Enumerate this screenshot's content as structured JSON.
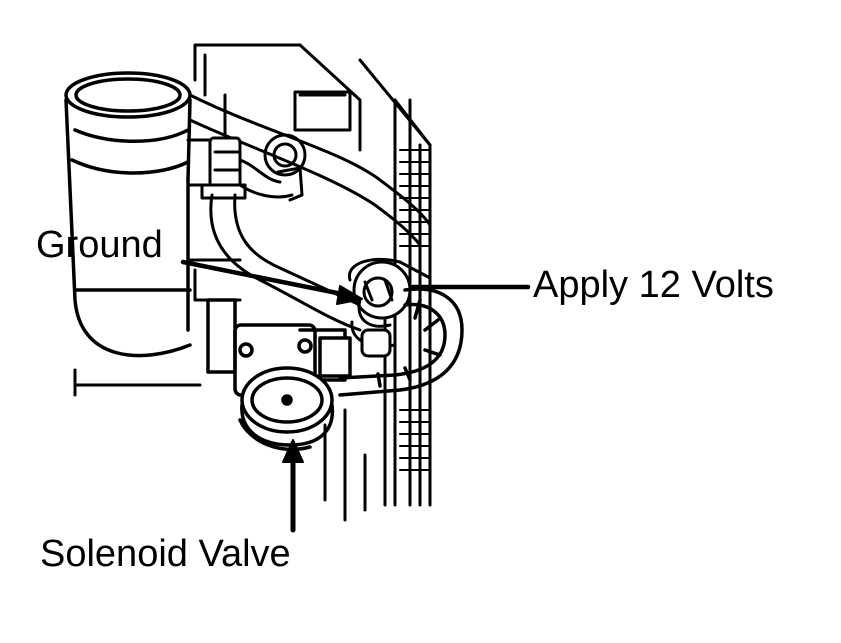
{
  "diagram": {
    "labels": {
      "ground": "Ground",
      "apply_volts": "Apply 12 Volts",
      "solenoid_valve": "Solenoid Valve"
    },
    "colors": {
      "ink": "#000000",
      "paper": "#ffffff"
    }
  }
}
